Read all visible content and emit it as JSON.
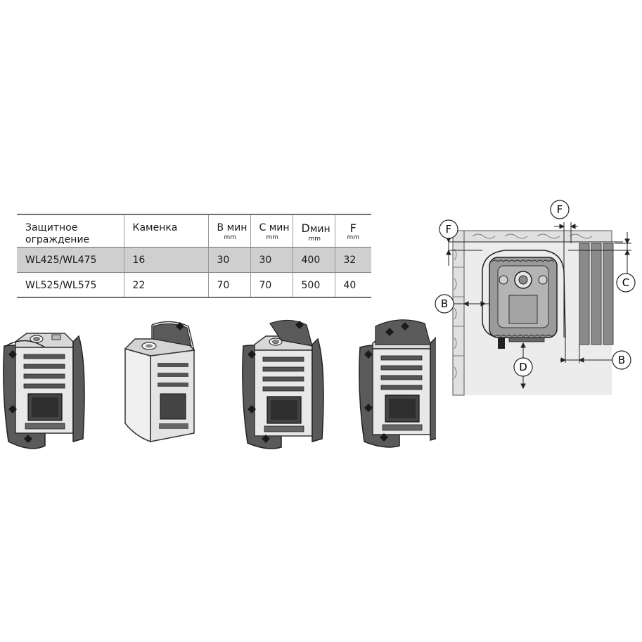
{
  "table": {
    "headers": {
      "guard": "Защитное ограждение",
      "heater": "Каменка",
      "b_letter": "B",
      "b_suffix": "мин",
      "c_letter": "C",
      "c_suffix": "мин",
      "d_letter": "D",
      "d_suffix": "мин",
      "f_letter": "F",
      "unit": "mm"
    },
    "rows": [
      {
        "guard": "WL425/WL475",
        "heater": "16",
        "b": "30",
        "c": "30",
        "d": "400",
        "f": "32"
      },
      {
        "guard": "WL525/WL575",
        "heater": "22",
        "b": "70",
        "c": "70",
        "d": "500",
        "f": "40"
      }
    ]
  },
  "diagram": {
    "labels": {
      "f_left": "F",
      "f_top": "F",
      "c": "C",
      "b_left": "B",
      "b_right": "B",
      "d": "D"
    }
  },
  "colors": {
    "header_row_bg": "#ffffff",
    "shaded_row_bg": "#cfcfcf",
    "stove_dark": "#5a5a5a",
    "diagram_floor": "#ececec"
  }
}
